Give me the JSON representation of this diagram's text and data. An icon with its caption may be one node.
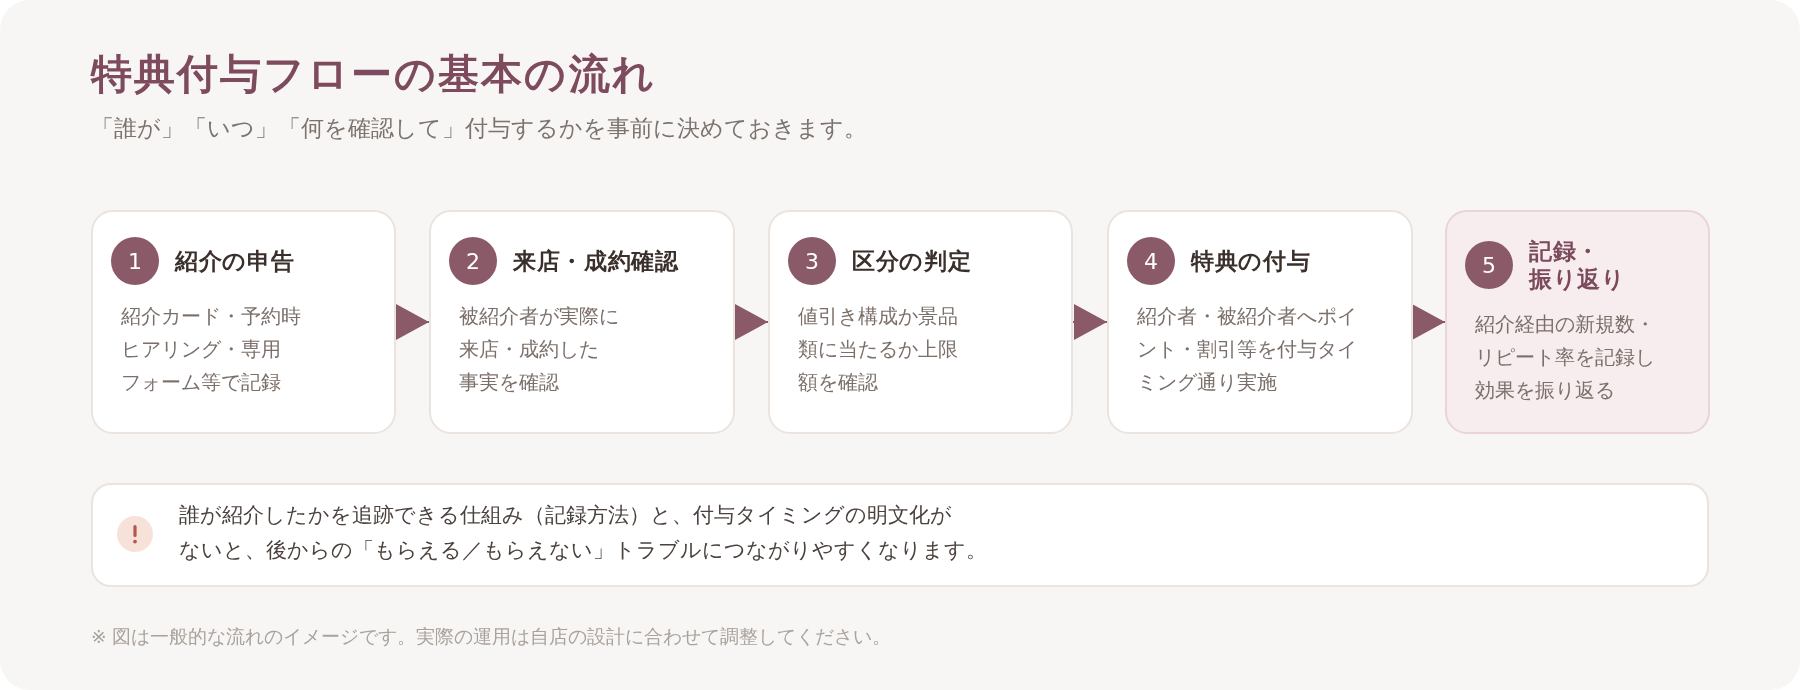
{
  "diagram": {
    "title": "特典付与フローの基本の流れ",
    "nodes": [
      {
        "text": [
          "1",
          "紹介の申告",
          "紹介カード・予約時ヒアリング・専用フォーム等で記録"
        ]
      },
      {
        "text": [
          "2",
          "来店・成約確認",
          "被紹介者が実際に来店・成約した事実を確認"
        ]
      },
      {
        "text": [
          "3",
          "区分の判定",
          "値引き構成か景品類に当たるか上限額を確認"
        ]
      },
      {
        "text": [
          "4",
          "特典の付与",
          "紹介者・被紹介者へポイント・割引等を付与タイミング通り実施"
        ]
      },
      {
        "text": [
          "5",
          "記録・振り返り",
          "紹介経由の新規数・リピート率を記録し効果を振り返る"
        ]
      },
      {
        "text": [
          "誰が紹介したかを追跡できる仕組み（記録方法）と、付与タイミングの明文化がないと、後からの「もらえる／もらえない」トラブルにつながりやすくなります。"
        ]
      }
    ],
    "edges": [
      {
        "from": 0,
        "to": 1,
        "arrow": "to"
      },
      {
        "from": 1,
        "to": 2,
        "arrow": "to"
      },
      {
        "from": 2,
        "to": 3,
        "arrow": "to"
      },
      {
        "from": 3,
        "to": 4,
        "arrow": "to"
      }
    ],
    "labels": [
      "「誰が」「いつ」「何を確認して」付与するかを事前に決めておきます。",
      "※ 図は一般的な流れのイメージです。実際の運用は自店の設計に合わせて調整してください。"
    ]
  }
}
